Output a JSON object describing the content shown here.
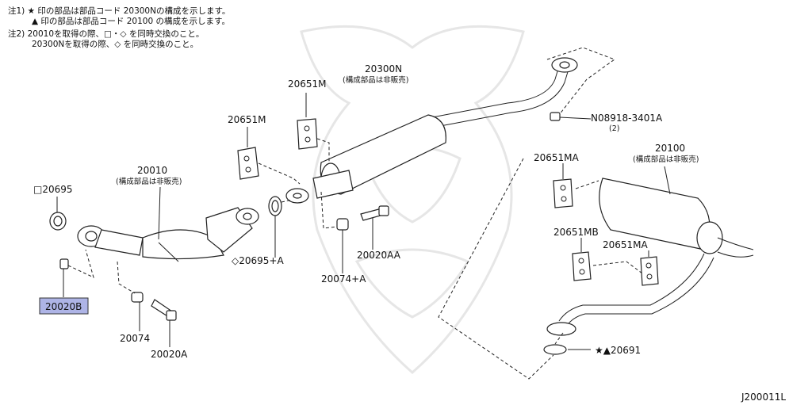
{
  "notes": {
    "line1": "注1) ★ 印の部品は部品コード 20300Nの構成を示します。",
    "line2": "▲ 印の部品は部品コード 20100 の構成を示します。",
    "line3": "注2) 20010を取得の際、□・◇ を同時交換のこと。",
    "line4": "20300Nを取得の際、◇ を同時交換のこと。"
  },
  "labels": {
    "p20300N": "20300N",
    "p20300N_sub": "(構成部品は非販売)",
    "p20651M_a": "20651M",
    "p20651M_b": "20651M",
    "p08918": "N08918-3401A",
    "p08918_sub": "(2)",
    "p20010": "20010",
    "p20010_sub": "(構成部品は非販売)",
    "p20695": "□20695",
    "p20695A": "◇20695+A",
    "p20020AA": "20020AA",
    "p20074A": "20074+A",
    "p20020B": "20020B",
    "p20074": "20074",
    "p20020A": "20020A",
    "p20651MA_a": "20651MA",
    "p20100": "20100",
    "p20100_sub": "(構成部品は非販売)",
    "p20651MB": "20651MB",
    "p20651MA_b": "20651MA",
    "p20691": "★▲20691",
    "diagram_id": "J200011L"
  },
  "colors": {
    "highlight": "#aeb4e6",
    "line": "#222222",
    "watermark": "#e6e6e6"
  }
}
